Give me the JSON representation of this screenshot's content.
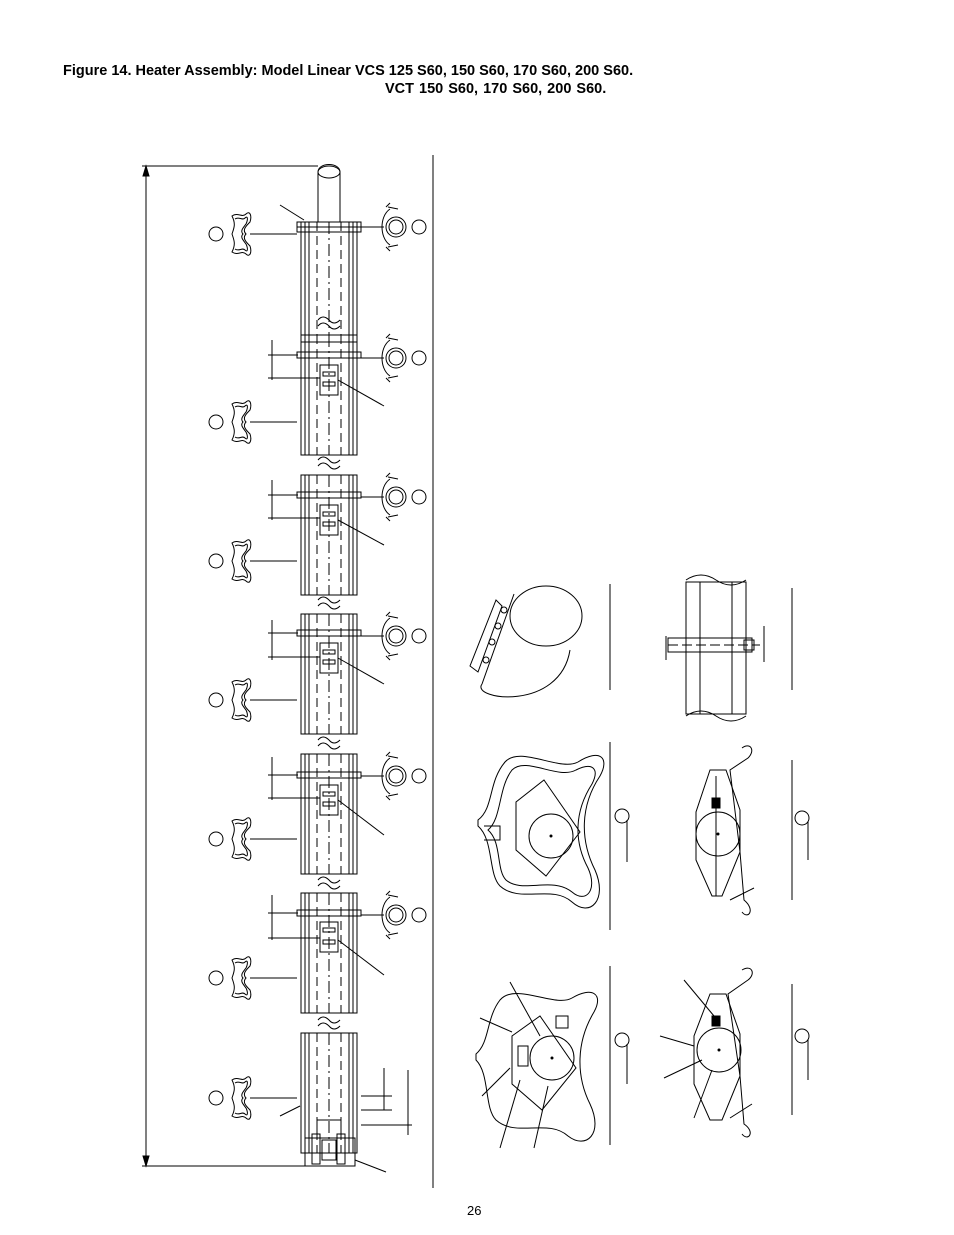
{
  "figure": {
    "title_line1": "Figure 14.  Heater Assembly: Model Linear VCS 125 S60, 150 S60, 170 S60, 200 S60.",
    "title_line2": "VCT 150 S60, 170 S60,   200 S60."
  },
  "page_number": "26",
  "drawing": {
    "left_panel": "heater column with support brackets",
    "right_panel": "clamp and bracket detail views"
  }
}
